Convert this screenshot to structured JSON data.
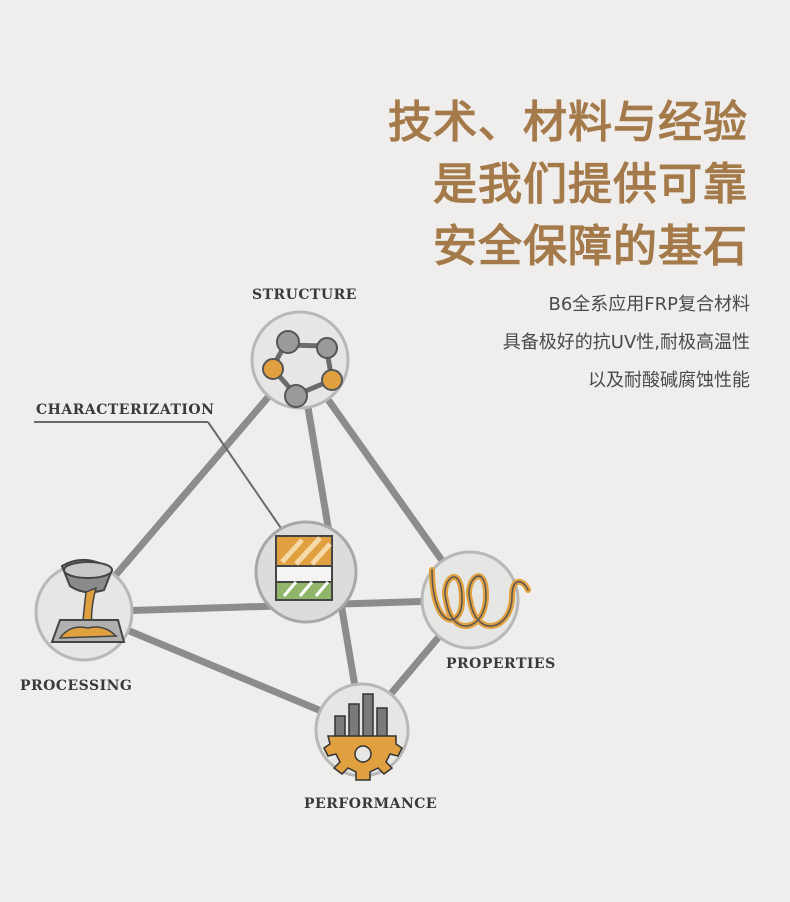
{
  "headline": {
    "line1": "技术、材料与经验",
    "line2": "是我们提供可靠",
    "line3": "安全保障的基石"
  },
  "subtext": {
    "line1": "B6全系应用FRP复合材料",
    "line2": "具备极好的抗UV性,耐极高温性",
    "line3": "以及耐酸碱腐蚀性能"
  },
  "diagram": {
    "labels": {
      "structure": "STRUCTURE",
      "characterization": "CHARACTERIZATION",
      "processing": "PROCESSING",
      "properties": "PROPERTIES",
      "performance": "PERFORMANCE"
    },
    "colors": {
      "accent": "#e0a03f",
      "node_fill": "#e6e6e4",
      "edge": "#8c8c8c",
      "green": "#8fb66a"
    }
  }
}
